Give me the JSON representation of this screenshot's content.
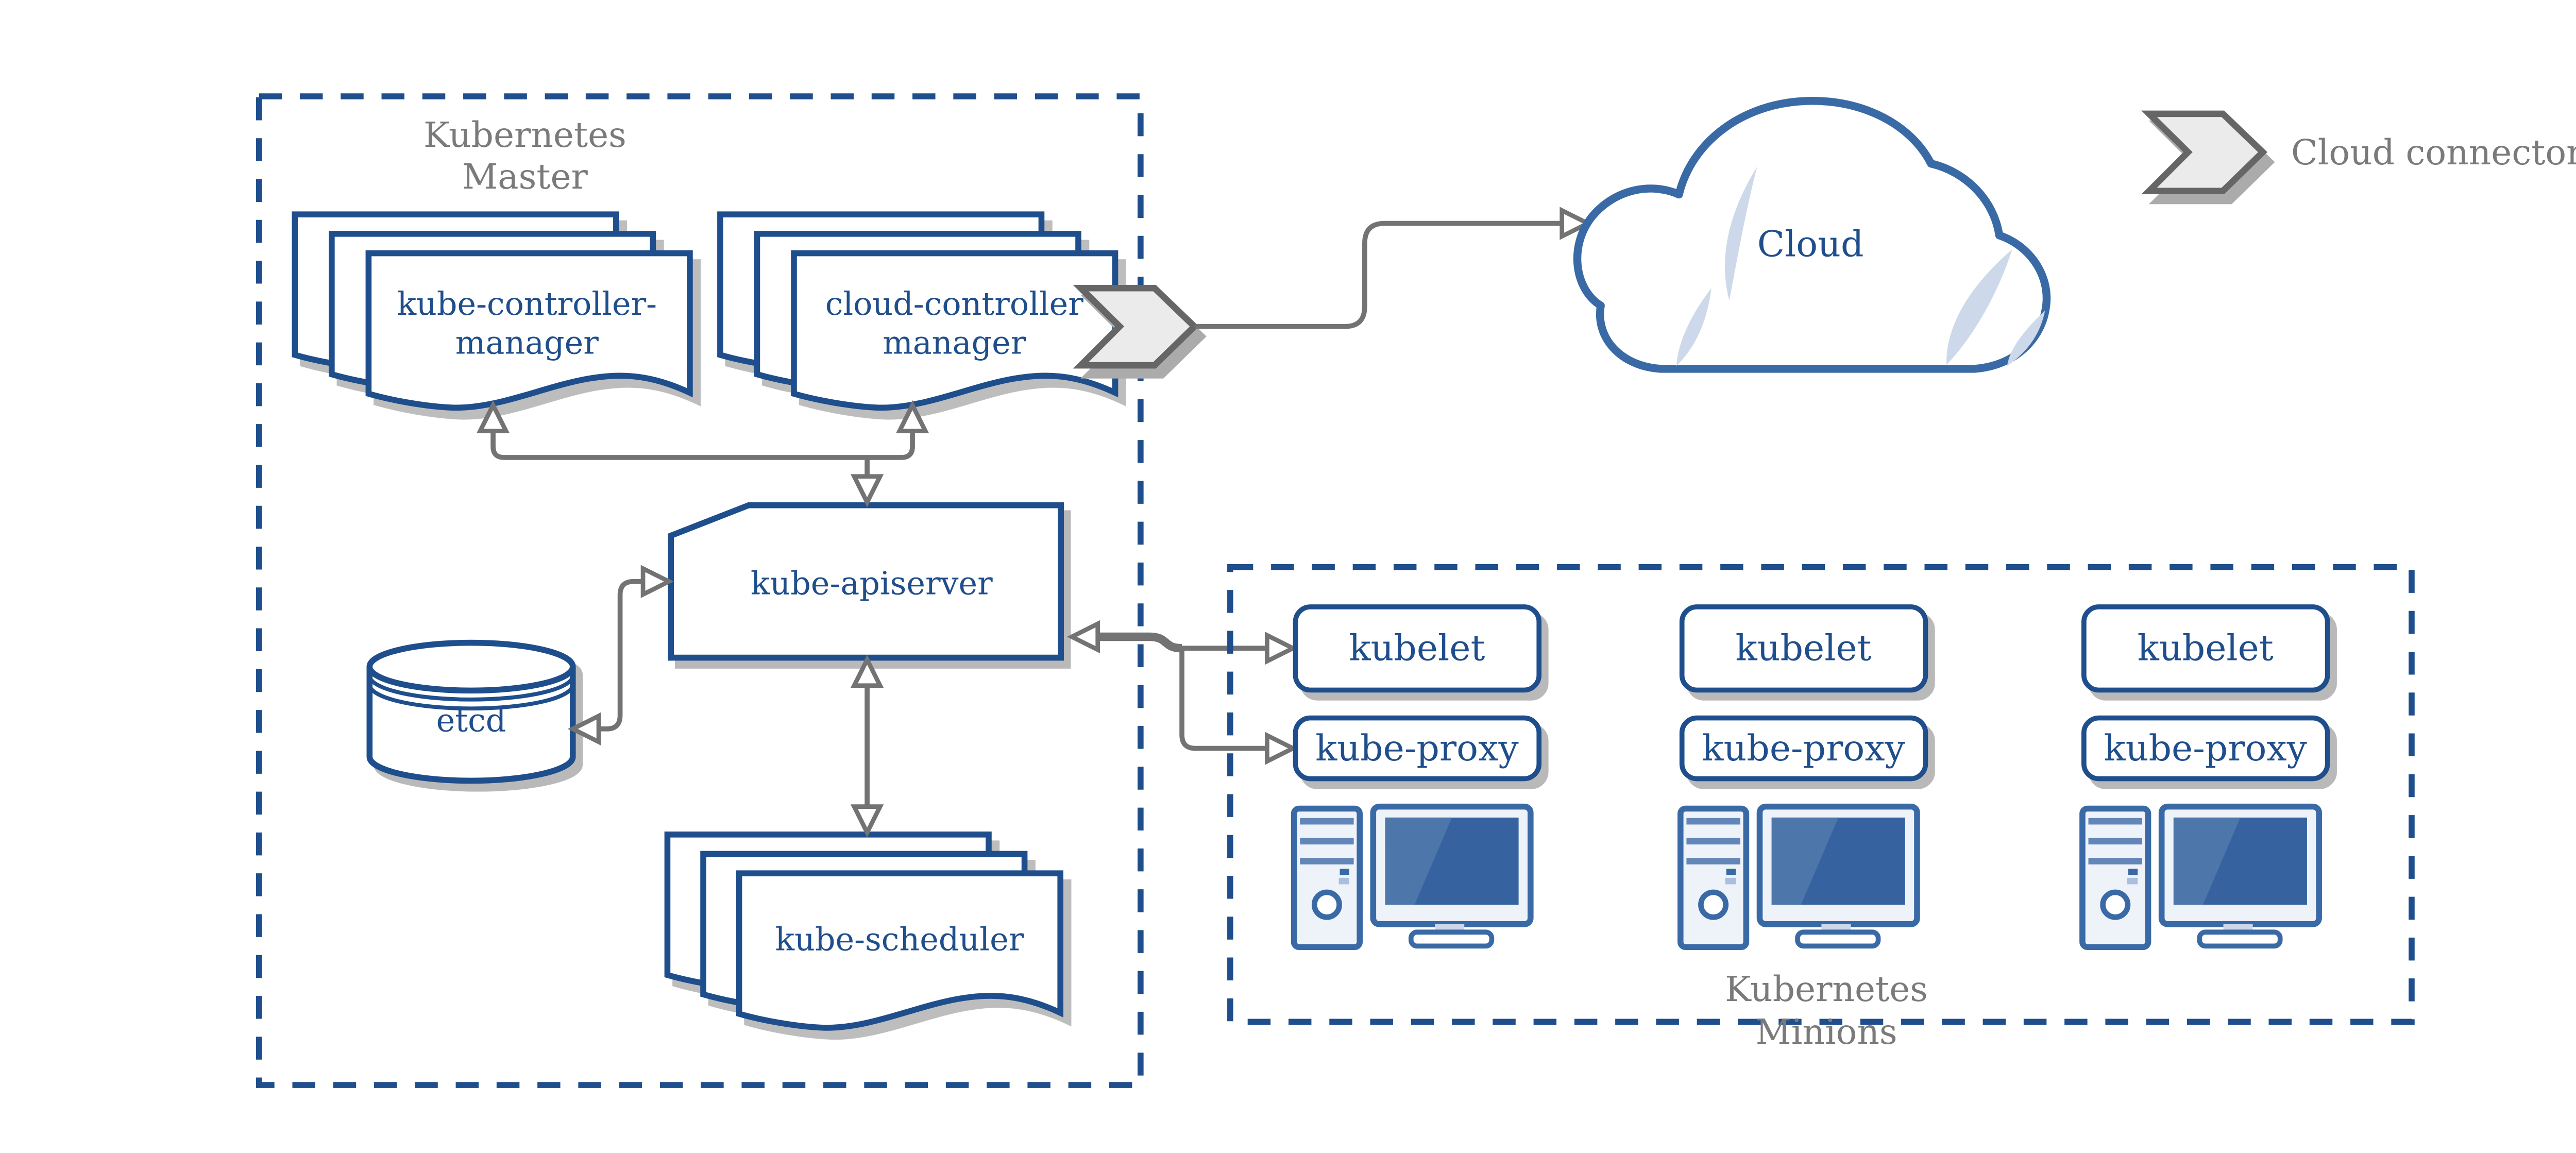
{
  "colors": {
    "navy": "#1f4e8c",
    "diagram_blue": "#3a6aa6",
    "screen_blue": "#36639f",
    "screen_highlight": "#4d76ab",
    "light_blue": "#cdd9ea",
    "gray_line": "#737373",
    "gray_text": "#7a7a7a",
    "chevron_fill": "#ebebeb",
    "shadow": "#b9b9b9"
  },
  "icons": {
    "cloud_connector": "chevron-arrow-icon",
    "etcd": "database-cylinder-icon",
    "minion_node": "desktop-computer-icon",
    "cloud": "cloud-icon"
  },
  "master": {
    "title": [
      "Kubernetes",
      "Master"
    ],
    "kube_controller_manager": [
      "kube-controller-",
      "manager"
    ],
    "cloud_controller_manager": [
      "cloud-controller",
      "manager"
    ],
    "kube_apiserver": "kube-apiserver",
    "etcd": "etcd",
    "kube_scheduler": "kube-scheduler"
  },
  "cloud": {
    "label": "Cloud"
  },
  "legend": {
    "label": "Cloud connector"
  },
  "minions": {
    "title": [
      "Kubernetes",
      "Minions"
    ],
    "columns": [
      {
        "kubelet": "kubelet",
        "kube_proxy": "kube-proxy"
      },
      {
        "kubelet": "kubelet",
        "kube_proxy": "kube-proxy"
      },
      {
        "kubelet": "kubelet",
        "kube_proxy": "kube-proxy"
      }
    ]
  }
}
